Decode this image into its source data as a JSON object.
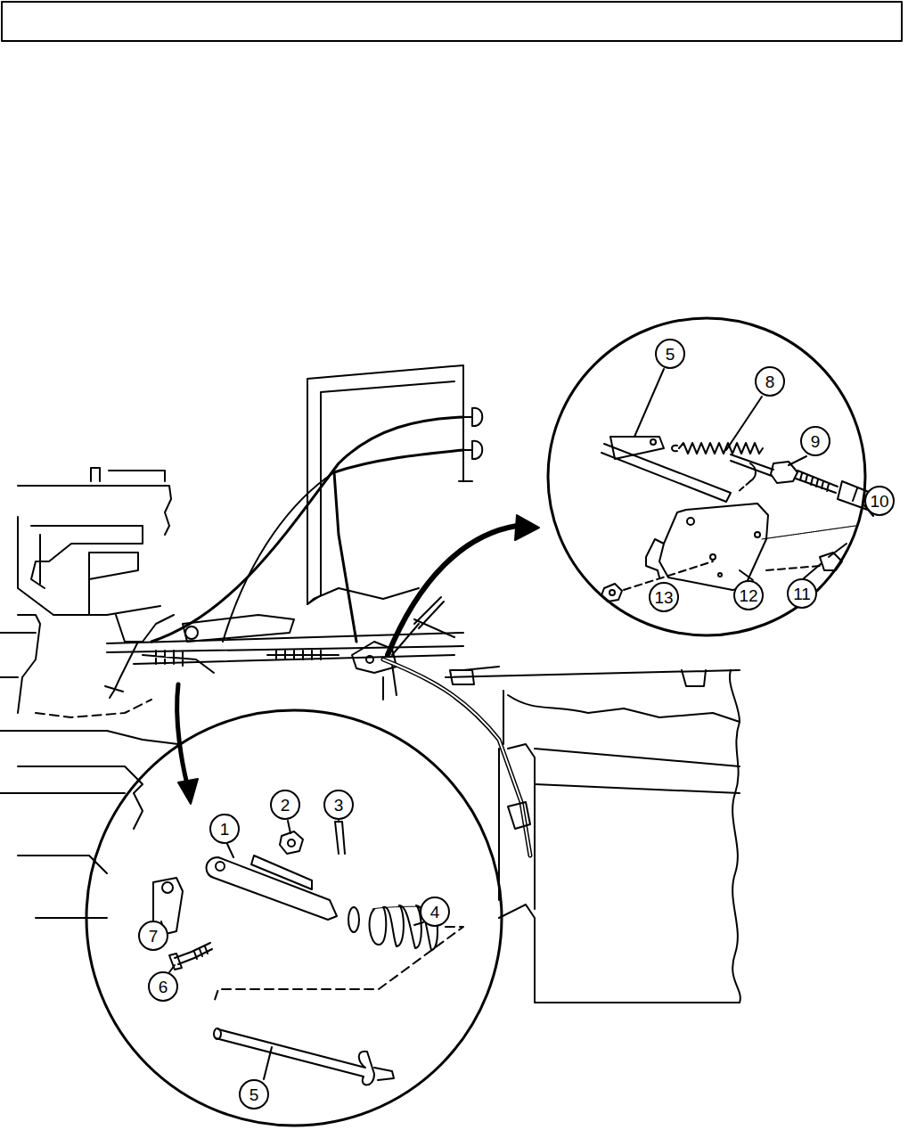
{
  "diagram": {
    "labels": [
      "5",
      "8",
      "9",
      "10",
      "13",
      "12",
      "11",
      "1",
      "2",
      "3",
      "7",
      "6",
      "4",
      "5"
    ]
  }
}
